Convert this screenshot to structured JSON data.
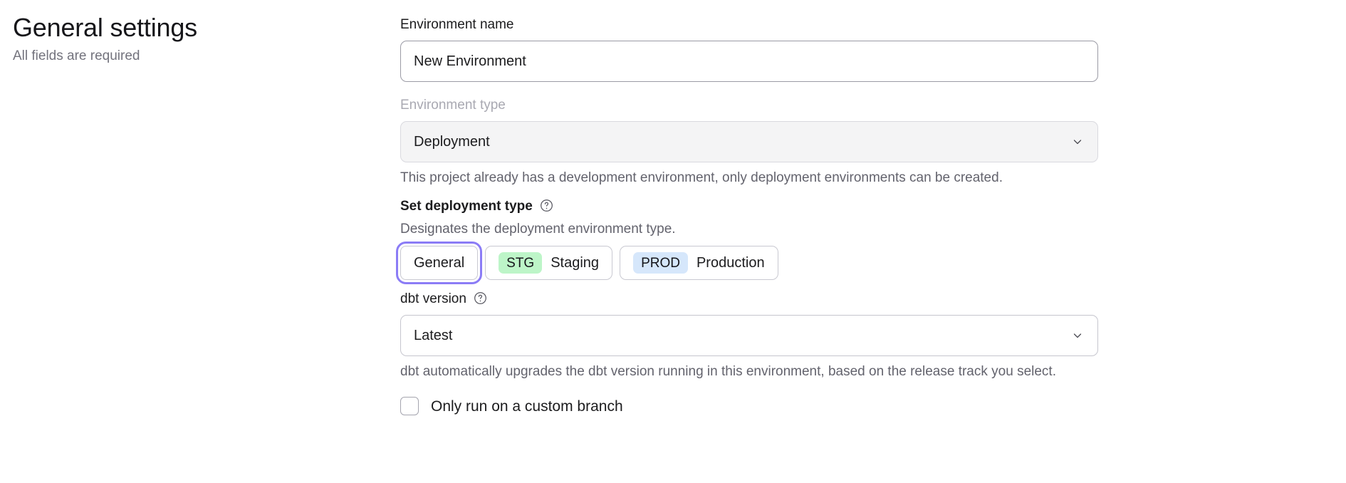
{
  "header": {
    "title": "General settings",
    "subtitle": "All fields are required"
  },
  "form": {
    "environment_name": {
      "label": "Environment name",
      "value": "New Environment",
      "placeholder": "Environment name"
    },
    "environment_type": {
      "label": "Environment type",
      "value": "Deployment",
      "disabled": true,
      "helper": "This project already has a development environment, only deployment environments can be created.",
      "chevron_icon": "chevron-down-icon"
    },
    "deployment_type": {
      "label": "Set deployment type",
      "help_icon": "help-circle-icon",
      "helper": "Designates the deployment environment type.",
      "options": [
        {
          "label": "General",
          "badge": "",
          "badge_kind": "",
          "selected": true
        },
        {
          "label": "Staging",
          "badge": "STG",
          "badge_kind": "stg",
          "selected": false
        },
        {
          "label": "Production",
          "badge": "PROD",
          "badge_kind": "prod",
          "selected": false
        }
      ]
    },
    "dbt_version": {
      "label": "dbt version",
      "help_icon": "help-circle-icon",
      "value": "Latest",
      "helper": "dbt automatically upgrades the dbt version running in this environment, based on the release track you select.",
      "chevron_icon": "chevron-down-icon"
    },
    "custom_branch": {
      "label": "Only run on a custom branch",
      "checked": false
    }
  },
  "colors": {
    "focus_ring": "#8b7cf6",
    "badge_stg_bg": "#bdf5c8",
    "badge_prod_bg": "#d6e7fb",
    "disabled_bg": "#f4f4f5",
    "muted_text": "#63636d"
  }
}
